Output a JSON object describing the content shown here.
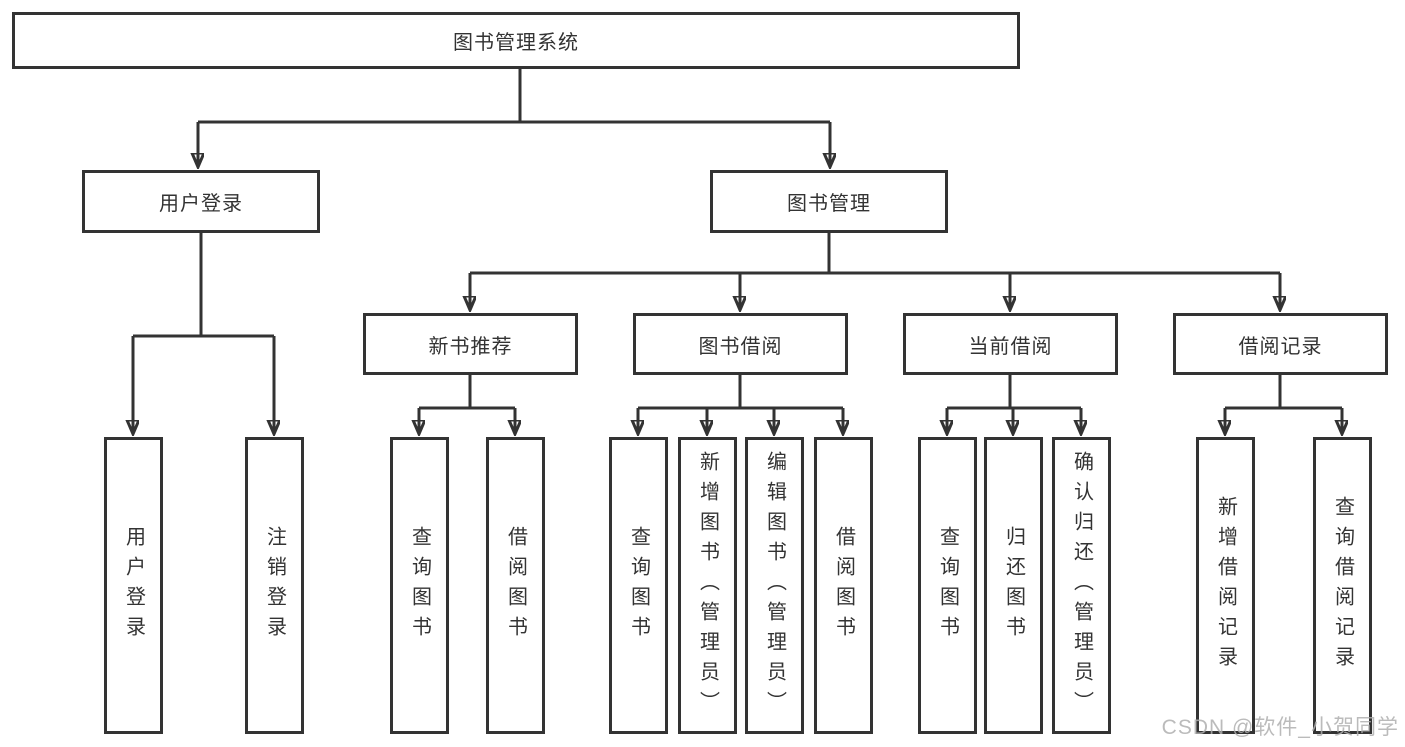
{
  "colors": {
    "line": "#333333",
    "text": "#333333",
    "box_background": "#ffffff",
    "watermark": "#afafaf"
  },
  "watermark": "CSDN @软件_小贺同学",
  "tree": {
    "root": "图书管理系统",
    "level2": [
      {
        "label": "用户登录",
        "children": [
          "用户登录",
          "注销登录"
        ]
      },
      {
        "label": "图书管理",
        "children": [
          {
            "label": "新书推荐",
            "children": [
              "查询图书",
              "借阅图书"
            ]
          },
          {
            "label": "图书借阅",
            "children": [
              "查询图书",
              "新增图书（管理员）",
              "编辑图书（管理员）",
              "借阅图书"
            ]
          },
          {
            "label": "当前借阅",
            "children": [
              "查询图书",
              "归还图书",
              "确认归还（管理员）"
            ]
          },
          {
            "label": "借阅记录",
            "children": [
              "新增借阅记录",
              "查询借阅记录"
            ]
          }
        ]
      }
    ]
  }
}
